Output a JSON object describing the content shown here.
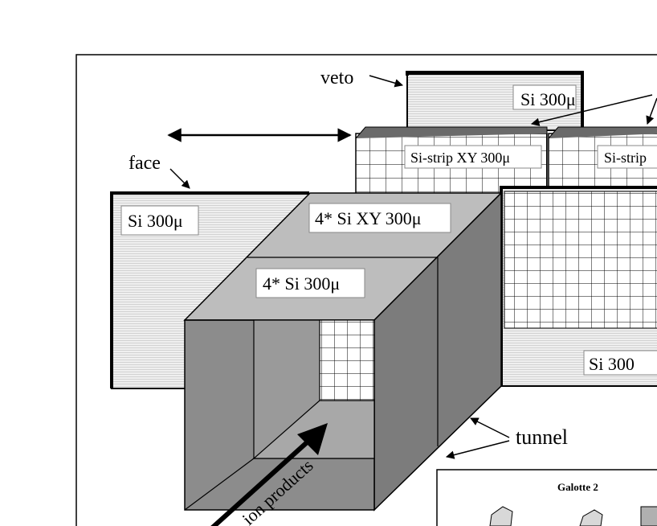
{
  "labels": {
    "veto": "veto",
    "face": "face",
    "tunnel": "tunnel",
    "veto_si": "Si 300μ",
    "strip_left": "Si-strip XY 300μ",
    "strip_right": "Si-strip",
    "face_si": "Si 300μ",
    "right_si": "Si 300",
    "top_xy": "4* Si XY 300μ",
    "top_si": "4* Si 300μ",
    "products": "ion products",
    "galotte": "Galotte 2"
  },
  "colors": {
    "background": "#ffffff",
    "panel_light": "#eaeaea",
    "tunnel_top": "#bdbdbd",
    "tunnel_front": "#8c8c8c",
    "tunnel_side": "#7c7c7c",
    "tunnel_inner": "#9a9a9a",
    "tunnel_floor": "#a8a8a8",
    "outline": "#000000"
  }
}
